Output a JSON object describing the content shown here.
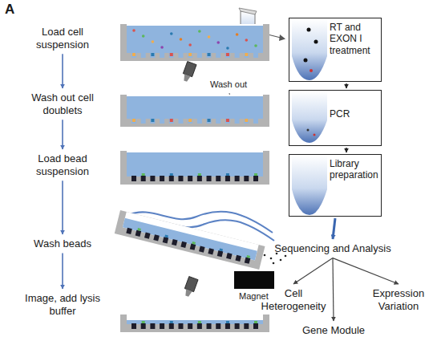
{
  "diagram": {
    "nodes": [
      {
        "text": [
          "Load cell suspension"
        ]
      },
      {
        "text": [
          "Wash out cell doublets"
        ]
      },
      {
        "text": [
          "Load bead suspension"
        ]
      },
      {
        "text": [
          "Wash beads"
        ]
      },
      {
        "text": [
          "Image, add lysis buffer"
        ]
      },
      {
        "text": [
          "RT and EXON I treatment"
        ]
      },
      {
        "text": [
          "PCR"
        ]
      },
      {
        "text": [
          "Library preparation"
        ]
      },
      {
        "text": [
          "Sequencing and Analysis"
        ]
      },
      {
        "text": [
          "Cell Heterogeneity"
        ]
      },
      {
        "text": [
          "Expression Variation"
        ]
      },
      {
        "text": [
          "Gene Module"
        ]
      }
    ],
    "edges": [
      {
        "from": 0,
        "to": 1,
        "arrow": "to"
      },
      {
        "from": 1,
        "to": 2,
        "arrow": "to"
      },
      {
        "from": 2,
        "to": 3,
        "arrow": "to"
      },
      {
        "from": 3,
        "to": 4,
        "arrow": "to"
      },
      {
        "from": 5,
        "to": 6,
        "arrow": "to"
      },
      {
        "from": 6,
        "to": 7,
        "arrow": "to"
      },
      {
        "from": 7,
        "to": 8,
        "arrow": "to"
      },
      {
        "from": 8,
        "to": 9,
        "arrow": "to"
      },
      {
        "from": 8,
        "to": 10,
        "arrow": "to"
      },
      {
        "from": 8,
        "to": 11,
        "arrow": "to"
      }
    ],
    "labels": [
      "A",
      "Wash out",
      "Magnet"
    ]
  }
}
